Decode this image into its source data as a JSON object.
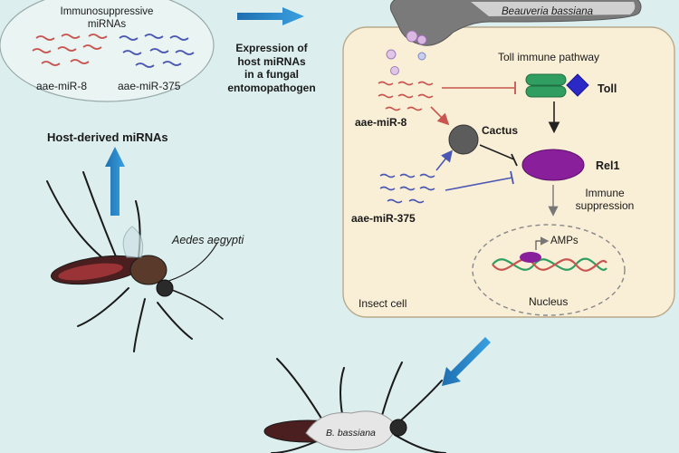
{
  "host": {
    "immunosuppressive_label": "Immunosuppressive\nmiRNAs",
    "mir8": "aae-miR-8",
    "mir375": "aae-miR-375",
    "host_derived": "Host-derived miRNAs",
    "species": "Aedes aegypti"
  },
  "fungus": {
    "expression_label": "Expression of\nhost miRNAs\nin a fungal\nentomopathogen",
    "name": "Beauveria bassiana",
    "bottom_label": "B. bassiana"
  },
  "cell": {
    "toll_pathway": "Toll immune pathway",
    "toll": "Toll",
    "cactus": "Cactus",
    "rel1": "Rel1",
    "mir8": "aae-miR-8",
    "mir375": "aae-miR-375",
    "immune_suppression": "Immune\nsuppression",
    "amps": "AMPs",
    "nucleus": "Nucleus",
    "insect_cell": "Insect cell"
  },
  "colors": {
    "background": "#dceeed",
    "cell_fill": "#f9eed6",
    "mir8_red": "#c8554f",
    "mir375_blue": "#4a57b3",
    "arrow_blue": "#2c86c9",
    "toll_green": "#2f9e60",
    "toll_blue": "#2a28c6",
    "rel1_purple": "#8a1f9c",
    "cactus_gray": "#5c5c5c"
  }
}
